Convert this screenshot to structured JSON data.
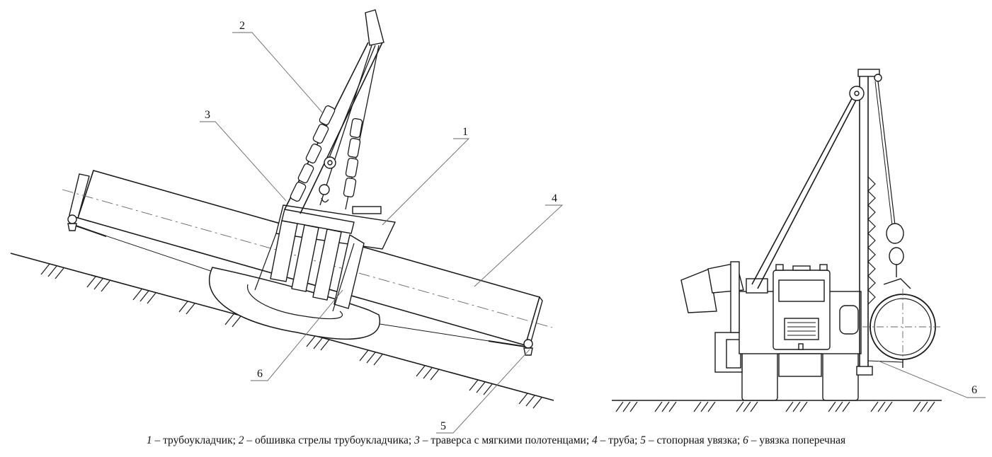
{
  "labels": {
    "l1": "1",
    "l2": "2",
    "l3": "3",
    "l4": "4",
    "l5": "5",
    "l6a": "6",
    "l6b": "6"
  },
  "legend": [
    {
      "num": "1",
      "text": " – трубоукладчик; "
    },
    {
      "num": "2",
      "text": " – обшивка стрелы трубоукладчика; "
    },
    {
      "num": "3",
      "text": " – траверса с мягкими полотенцами; "
    },
    {
      "num": "4",
      "text": " – труба; "
    },
    {
      "num": "5",
      "text": " – стопорная увязка; "
    },
    {
      "num": "6",
      "text": " – увязка поперечная"
    }
  ],
  "colors": {
    "stroke": "#1a1a1a",
    "leader": "#666666"
  }
}
